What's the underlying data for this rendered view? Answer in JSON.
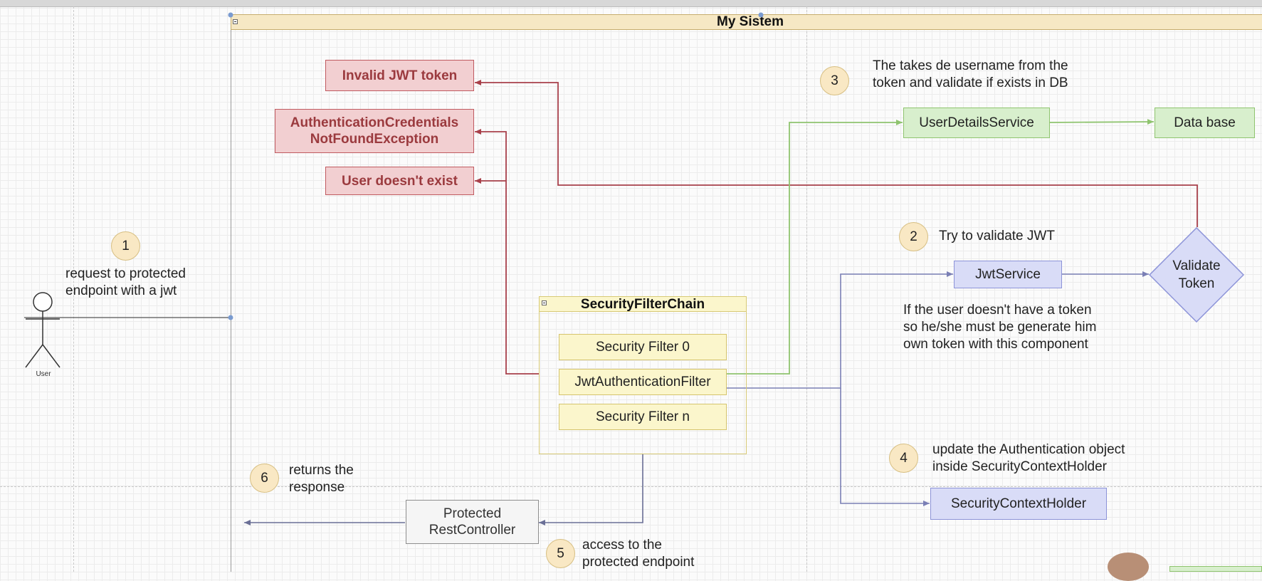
{
  "system_title": "My Sistem",
  "actor": {
    "label": "User"
  },
  "errors": {
    "invalid_jwt": "Invalid JWT token",
    "auth_credentials_line1": "AuthenticationCredentials",
    "auth_credentials_line2": "NotFoundException",
    "user_not_exist": "User doesn't exist"
  },
  "nodes": {
    "user_details_service": "UserDetailsService",
    "database": "Data base",
    "jwt_service": "JwtService",
    "validate_token_line1": "Validate",
    "validate_token_line2": "Token",
    "security_context_holder": "SecurityContextHolder",
    "protected_line1": "Protected",
    "protected_line2": "RestController"
  },
  "filter_chain": {
    "title": "SecurityFilterChain",
    "filters": [
      "Security Filter 0",
      "JwtAuthenticationFilter",
      "Security Filter n"
    ]
  },
  "steps": [
    {
      "number": "1",
      "lines": [
        "request to protected",
        "endpoint with a jwt"
      ]
    },
    {
      "number": "2",
      "lines": [
        "Try to validate JWT"
      ]
    },
    {
      "number": "3",
      "lines": [
        "The takes de username from the",
        "token and validate if exists in DB"
      ]
    },
    {
      "number": "4",
      "lines": [
        "update the Authentication object",
        "inside SecurityContextHolder"
      ]
    },
    {
      "number": "5",
      "lines": [
        "access to the",
        "protected endpoint"
      ]
    },
    {
      "number": "6",
      "lines": [
        "returns the",
        "response"
      ]
    }
  ],
  "jwt_note": [
    "If the user doesn't have a token",
    "so he/she must be generate him",
    "own token with this component"
  ],
  "colors": {
    "error_edge": "#a8404a",
    "service_edge": "#8fc46f",
    "context_edge": "#7a7fb5",
    "response_edge": "#8a8fb2"
  }
}
